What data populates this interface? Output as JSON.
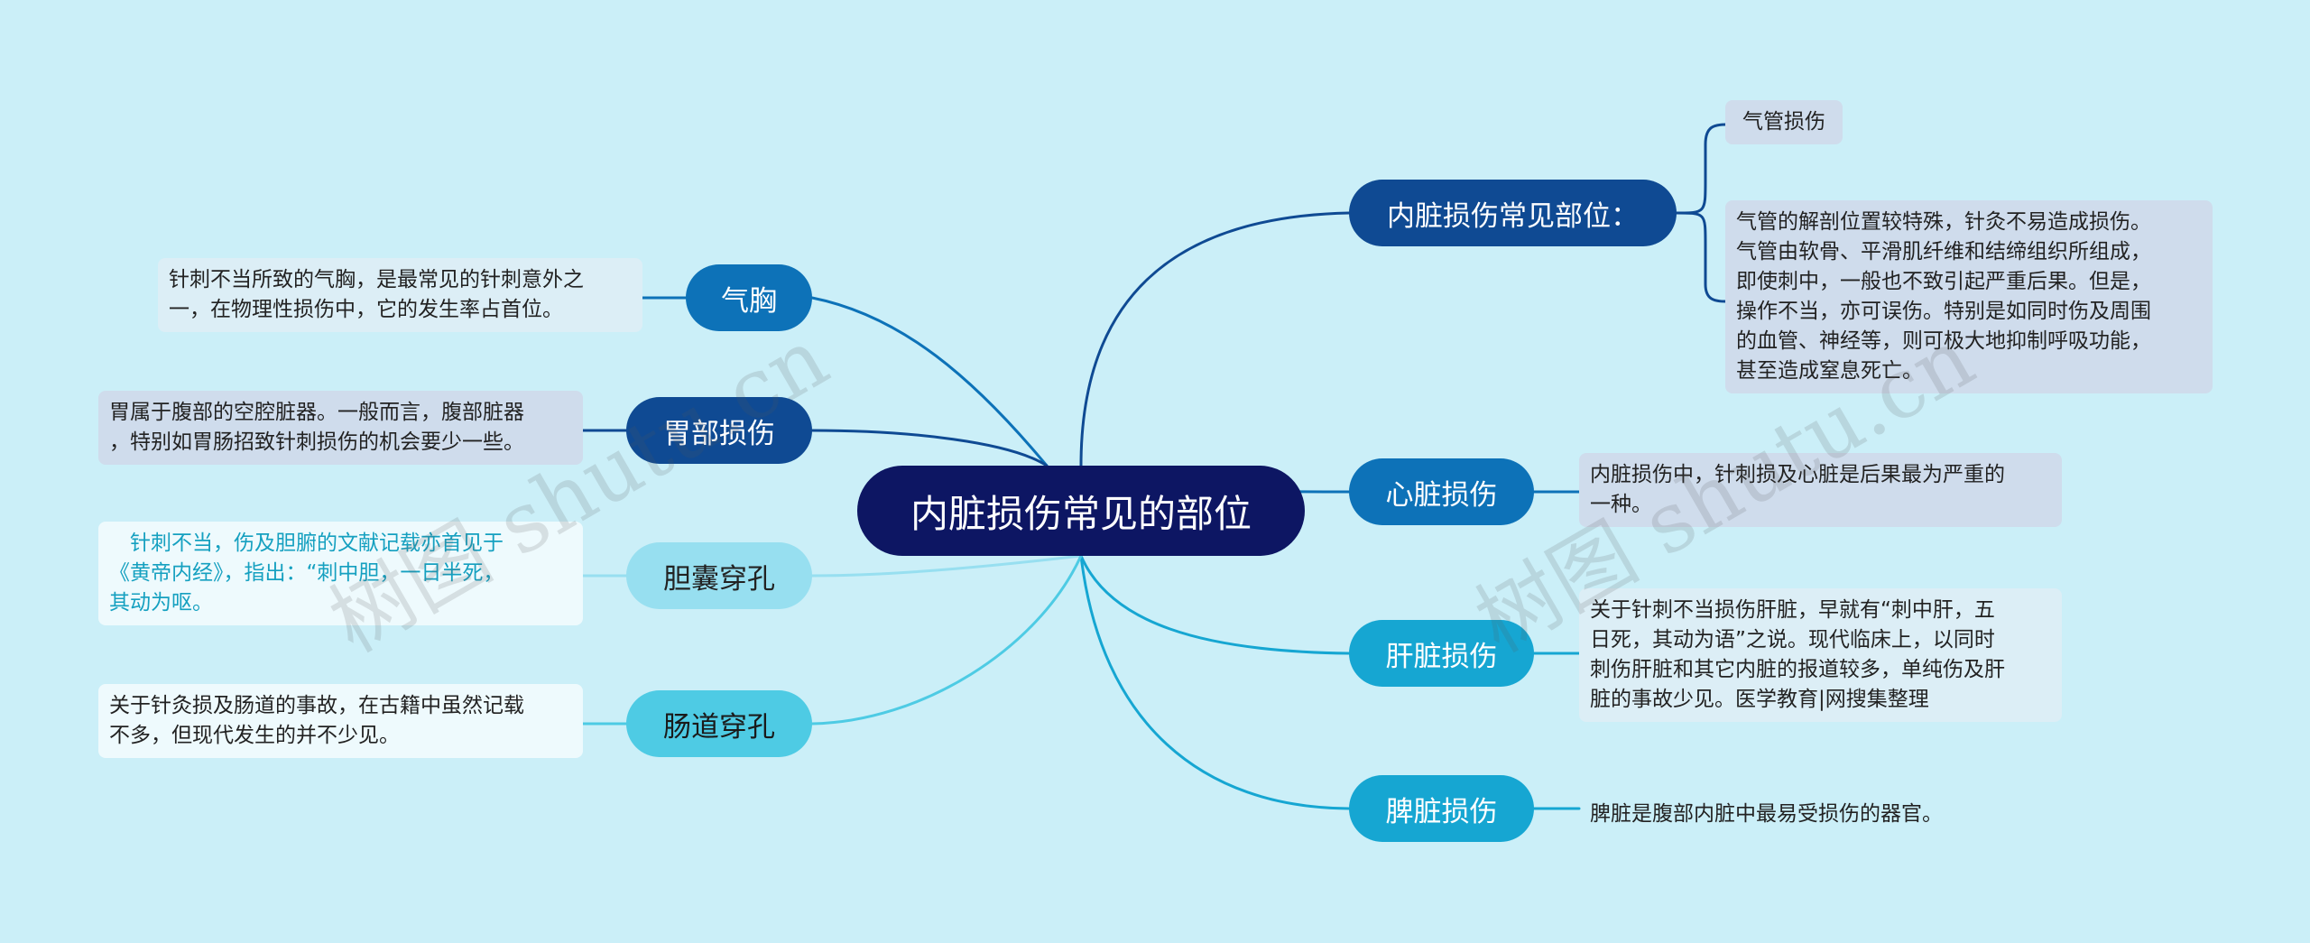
{
  "root": {
    "label": "内脏损伤常见的部位"
  },
  "branches": {
    "common_sites": {
      "label": "内脏损伤常见部位：",
      "children": [
        "气管损伤",
        "气管的解剖位置较特殊，针灸不易造成损伤。\n气管由软骨、平滑肌纤维和结缔组织所组成，\n即使刺中，一般也不致引起严重后果。但是，\n操作不当，亦可误伤。特别是如同时伤及周围\n的血管、神经等，则可极大地抑制呼吸功能，\n甚至造成窒息死亡。"
      ]
    },
    "heart": {
      "label": "心脏损伤",
      "note": "内脏损伤中，针刺损及心脏是后果最为严重的\n一种。"
    },
    "liver": {
      "label": "肝脏损伤",
      "note": "关于针刺不当损伤肝脏，早就有“刺中肝，五\n日死，其动为语”之说。现代临床上，以同时\n刺伤肝脏和其它内脏的报道较多，单纯伤及肝\n脏的事故少见。医学教育|网搜集整理"
    },
    "spleen": {
      "label": "脾脏损伤",
      "note": "脾脏是腹部内脏中最易受损伤的器官。"
    },
    "pneumothorax": {
      "label": "气胸",
      "note": "针刺不当所致的气胸，是最常见的针刺意外之\n一，在物理性损伤中，它的发生率占首位。"
    },
    "stomach": {
      "label": "胃部损伤",
      "note": "胃属于腹部的空腔脏器。一般而言，腹部脏器\n，特别如胃肠招致针刺损伤的机会要少一些。"
    },
    "gallbladder": {
      "label": "胆囊穿孔",
      "note": "　针刺不当，伤及胆腑的文献记载亦首见于\n《黄帝内经》，指出：“刺中胆，一日半死，\n其动为呕。"
    },
    "intestine": {
      "label": "肠道穿孔",
      "note": "关于针灸损及肠道的事故，在古籍中虽然记载\n不多，但现代发生的并不少见。"
    }
  },
  "watermarks": [
    "树图 shutu.cn",
    "树图 shutu.cn"
  ],
  "colors": {
    "background": "#cbeff8",
    "root": "#0d1663",
    "dark_blue": "#0f4a93",
    "mid_blue": "#0d72b8",
    "teal": "#16a6d2",
    "light_cyan": "#97dff0",
    "cyan": "#4ecbe4"
  }
}
